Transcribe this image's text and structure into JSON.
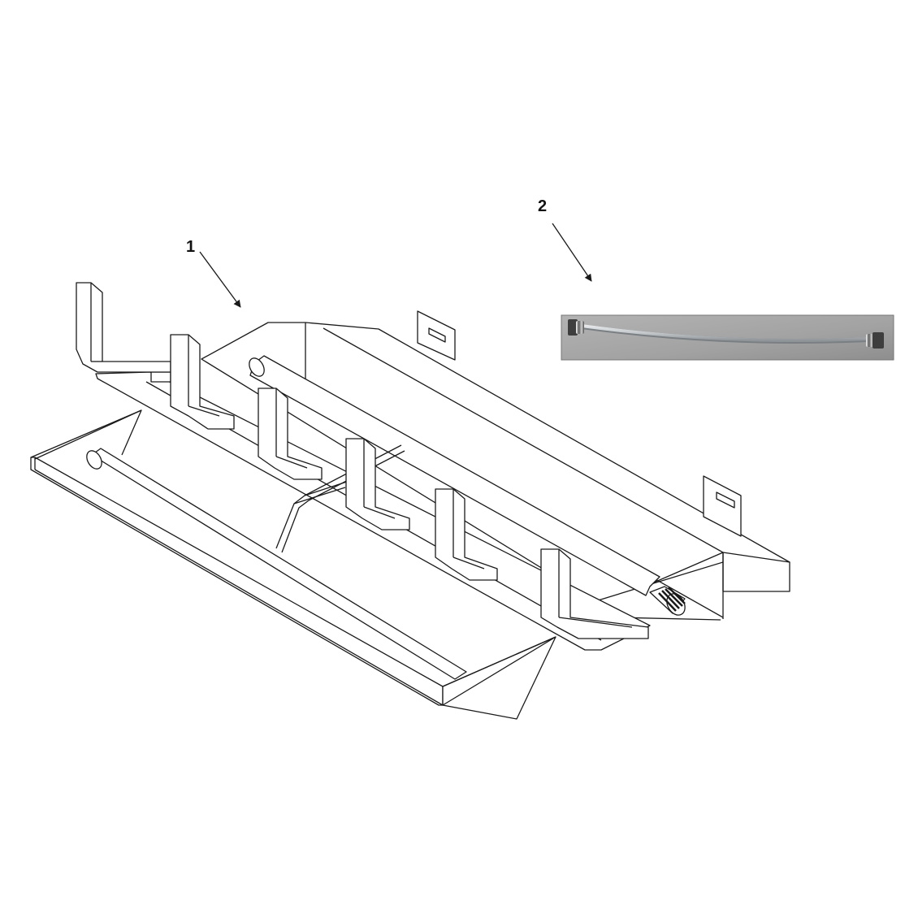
{
  "callouts": [
    {
      "id": "1",
      "label": "1",
      "part_name": "burner-assembly"
    },
    {
      "id": "2",
      "label": "2",
      "part_name": "gas-flex-line"
    }
  ],
  "colors": {
    "line": "#1a1a1a",
    "fill": "#ffffff",
    "photo_bg": "#a7a7a7",
    "tube": "#c9cdd0",
    "fitting": "#4a4a4a"
  },
  "icons": {
    "leader_arrow": "arrow-icon"
  }
}
